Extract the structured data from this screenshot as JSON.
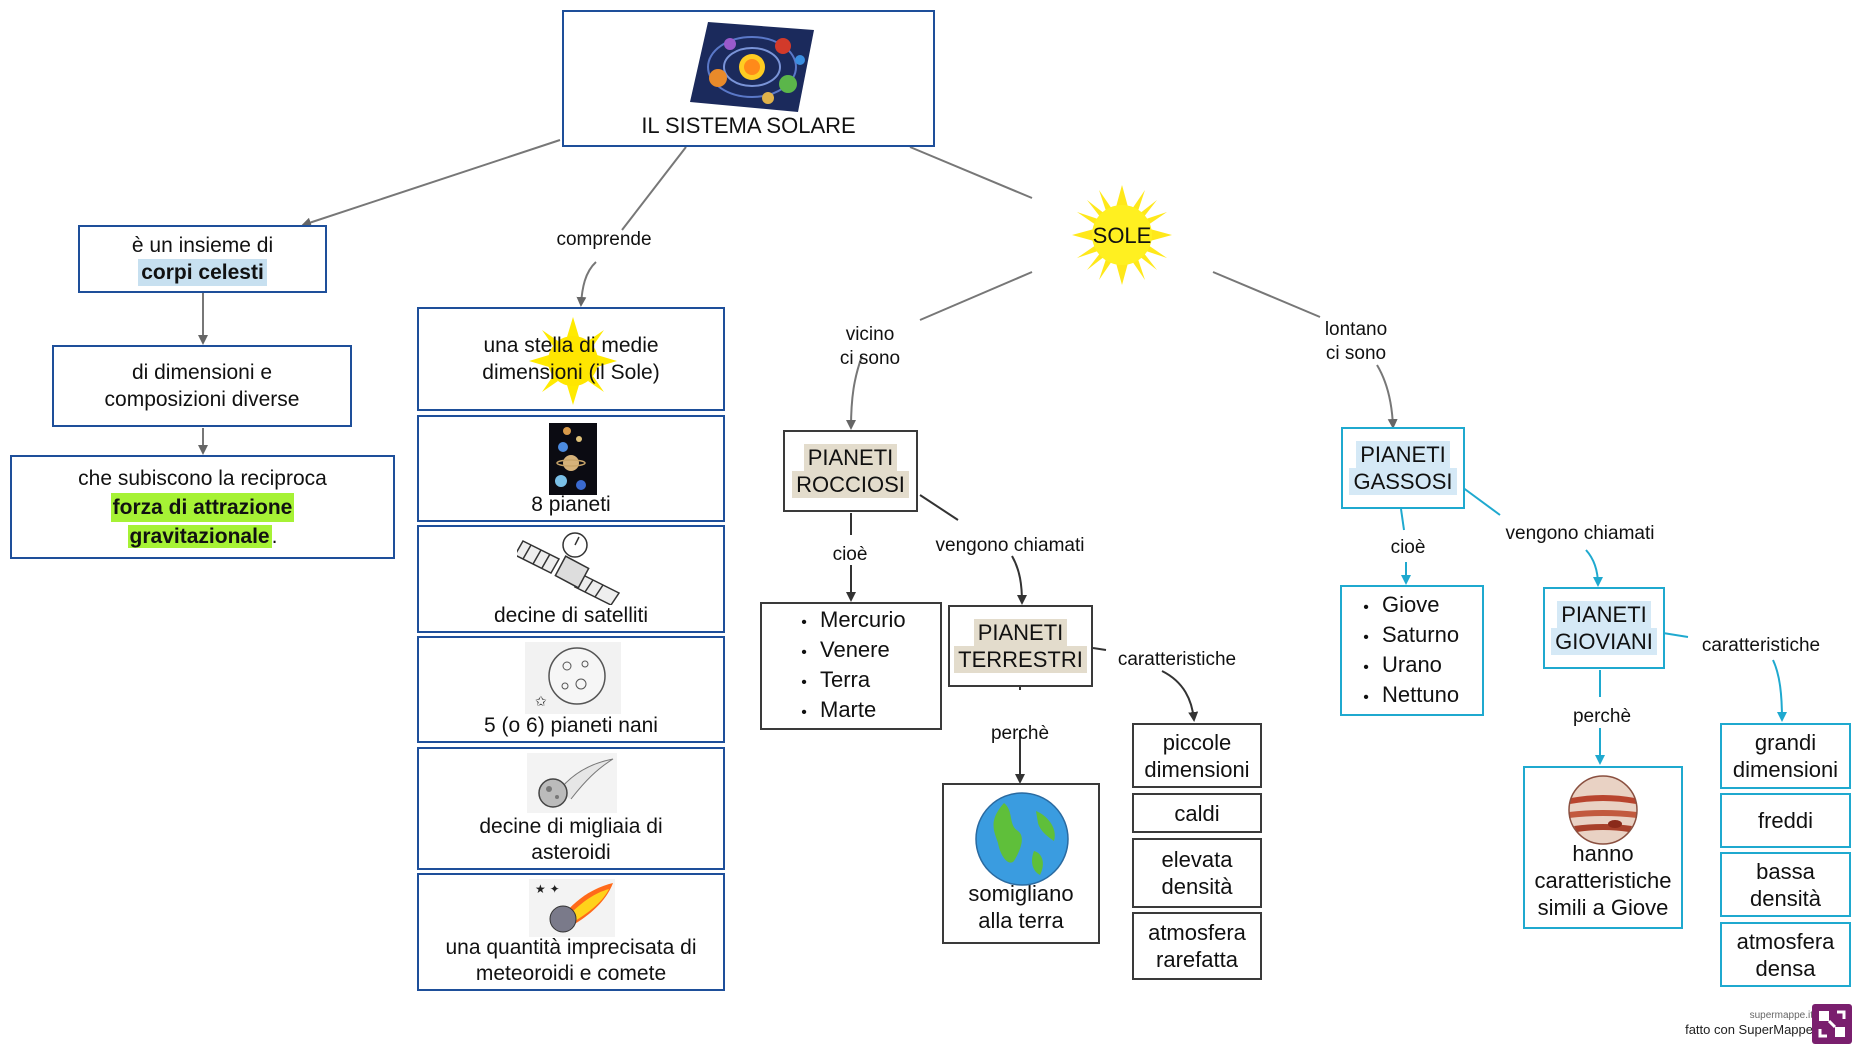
{
  "root": {
    "title": "IL SISTEMA SOLARE",
    "icon": "solar-system-icon"
  },
  "left": {
    "box1_text": "è un  insieme di",
    "box1_highlight": "corpi celesti",
    "box2_line1": "di dimensioni e",
    "box2_line2": "composizioni diverse",
    "box3_line1": "che subiscono la reciproca",
    "box3_hl1": "forza di attrazione",
    "box3_hl2": "gravitazionale",
    "box3_tail": "."
  },
  "comprende": {
    "label": "comprende",
    "items": [
      {
        "line1": "una stella di medie",
        "line2": "dimensioni (il Sole)",
        "icon": "sun-icon"
      },
      {
        "line1": "8 pianeti",
        "icon": "planets-icon"
      },
      {
        "line1": "decine di satelliti",
        "icon": "satellite-icon"
      },
      {
        "line1": "5 (o 6) pianeti nani",
        "icon": "dwarf-planet-icon"
      },
      {
        "line1": "decine di migliaia di",
        "line2": "asteroidi",
        "icon": "asteroid-icon"
      },
      {
        "line1": "una quantità imprecisata di",
        "line2": "meteoroidi e comete",
        "icon": "comet-icon"
      }
    ]
  },
  "sole": {
    "label": "SOLE",
    "near_l1": "vicino",
    "near_l2": "ci sono",
    "far_l1": "lontano",
    "far_l2": "ci sono"
  },
  "rocky": {
    "title_l1": "PIANETI",
    "title_l2": "ROCCIOSI",
    "cioe": "cioè",
    "list": [
      "Mercurio",
      "Venere",
      "Terra",
      "Marte"
    ],
    "called": "vengono chiamati",
    "terr_l1": "PIANETI",
    "terr_l2": "TERRESTRI",
    "perche": "perchè",
    "earth_l1": "somigliano",
    "earth_l2": "alla terra",
    "caratteristiche": "caratteristiche",
    "traits": [
      {
        "l1": "piccole",
        "l2": "dimensioni"
      },
      {
        "l1": "caldi"
      },
      {
        "l1": "elevata",
        "l2": "densità"
      },
      {
        "l1": "atmosfera",
        "l2": "rarefatta"
      }
    ]
  },
  "gas": {
    "title_l1": "PIANETI",
    "title_l2": "GASSOSI",
    "cioe": "cioè",
    "list": [
      "Giove",
      "Saturno",
      "Urano",
      "Nettuno"
    ],
    "called": "vengono chiamati",
    "giov_l1": "PIANETI",
    "giov_l2": "GIOVIANI",
    "perche": "perchè",
    "jup_l1": "hanno",
    "jup_l2": "caratteristiche",
    "jup_l3": "simili a Giove",
    "caratteristiche": "caratteristiche",
    "traits": [
      {
        "l1": "grandi",
        "l2": "dimensioni"
      },
      {
        "l1": "freddi"
      },
      {
        "l1": "bassa",
        "l2": "densità"
      },
      {
        "l1": "atmosfera",
        "l2": "densa"
      }
    ]
  },
  "footer": {
    "site": "supermappe.it",
    "made_with": "fatto con SuperMappe"
  },
  "colors": {
    "blue_border": "#1e4f9a",
    "cyan_border": "#1fa9cf",
    "dark_border": "#3a3a3a",
    "sun": "#ffe81a"
  }
}
